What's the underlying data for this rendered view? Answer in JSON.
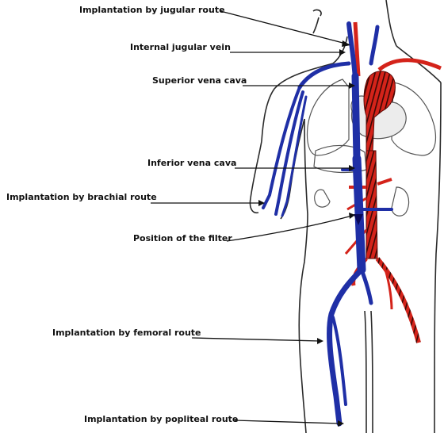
{
  "labels": {
    "jugular_route": "Implantation by jugular route",
    "internal_jugular": "Internal jugular vein",
    "superior_vena_cava": "Superior vena cava",
    "inferior_vena_cava": "Inferior vena cava",
    "brachial_route": "Implantation by brachial route",
    "filter_position": "Position of the filter",
    "femoral_route": "Implantation by femoral route",
    "popliteal_route": "Implantation by popliteal route"
  },
  "colors": {
    "vein": "#1f2fa6",
    "artery": "#d4231a",
    "artery_dark": "#5a0a06",
    "outline": "#2a2a2a",
    "organ": "#555555"
  }
}
